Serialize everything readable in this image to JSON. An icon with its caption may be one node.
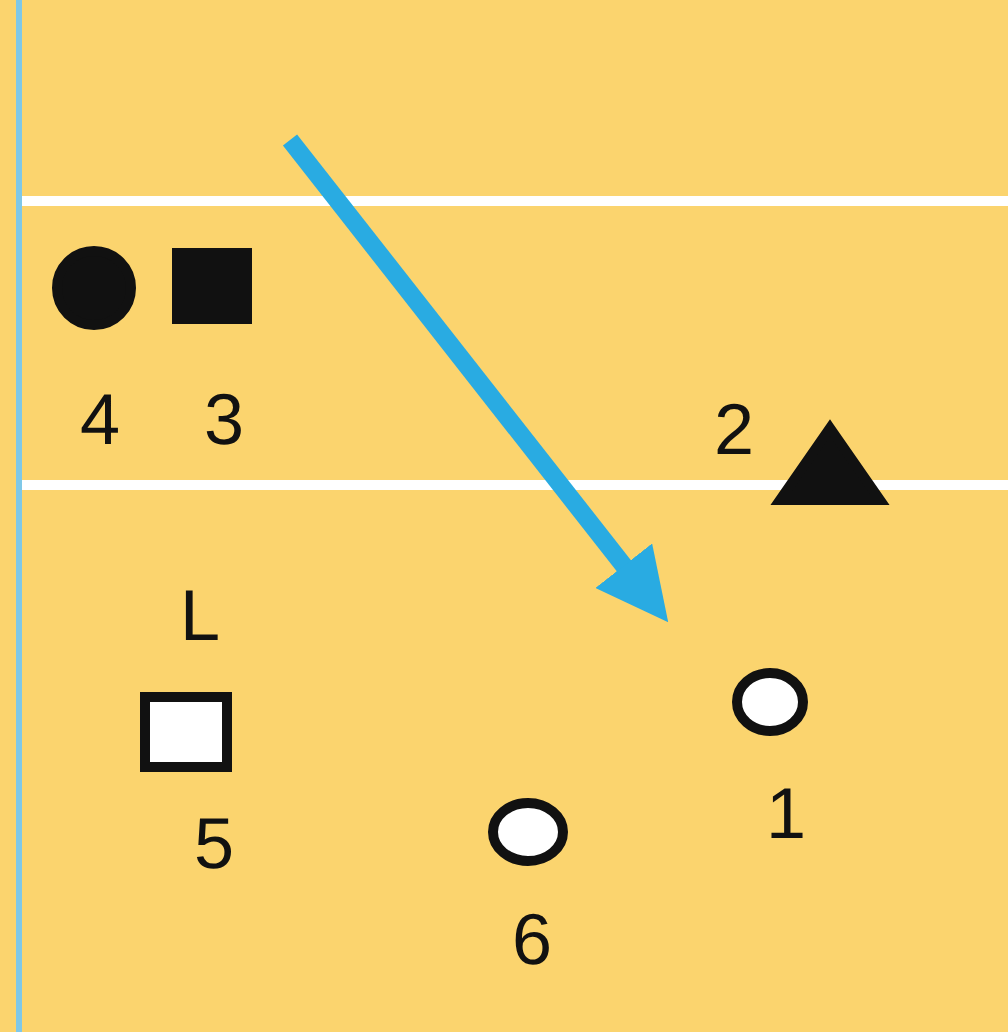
{
  "diagram": {
    "nodes": [
      {
        "text": [],
        "shape": "circle",
        "beside": [
          "4"
        ]
      },
      {
        "text": [],
        "shape": "box",
        "beside": [
          "3"
        ]
      },
      {
        "text": [],
        "shape": "triangle",
        "beside": [
          "2"
        ]
      },
      {
        "text": [],
        "shape": "box",
        "beside": [
          "L",
          "5"
        ]
      },
      {
        "text": [],
        "shape": "circle",
        "beside": [
          "1"
        ]
      },
      {
        "text": [],
        "shape": "circle",
        "beside": [
          "6"
        ]
      }
    ]
  }
}
